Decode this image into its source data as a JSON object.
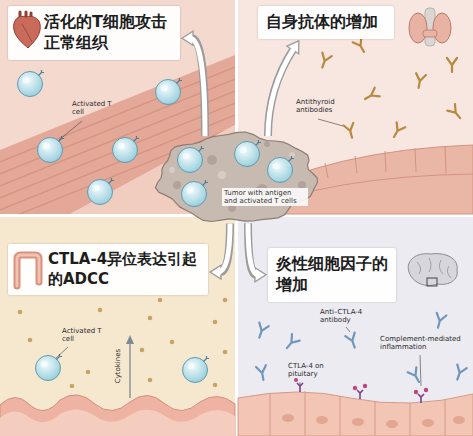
{
  "diagram": {
    "nodes": [
      {
        "text": [
          "活化的T细胞攻击正常组织"
        ]
      },
      {
        "text": [
          "自身抗体的增加"
        ]
      },
      {
        "text": [
          "Tumor with antigen and activated T cells"
        ]
      },
      {
        "text": [
          "CTLA-4异位表达引起的ADCC"
        ]
      },
      {
        "text": [
          "炎性细胞因子的增加"
        ]
      }
    ],
    "edges": [
      {
        "from": 2,
        "to": 0,
        "arrow": "to"
      },
      {
        "from": 2,
        "to": 1,
        "arrow": "to"
      },
      {
        "from": 2,
        "to": 3,
        "arrow": "to"
      },
      {
        "from": 2,
        "to": 4,
        "arrow": "to"
      }
    ],
    "labels": [
      "Activated T cell",
      "Antithyroid antibodies",
      "Activated T cell",
      "Cytokines",
      "Anti–CTLA-4 antibody",
      "Complement-mediated inflammation",
      "CTLA-4 on pituitary"
    ]
  }
}
